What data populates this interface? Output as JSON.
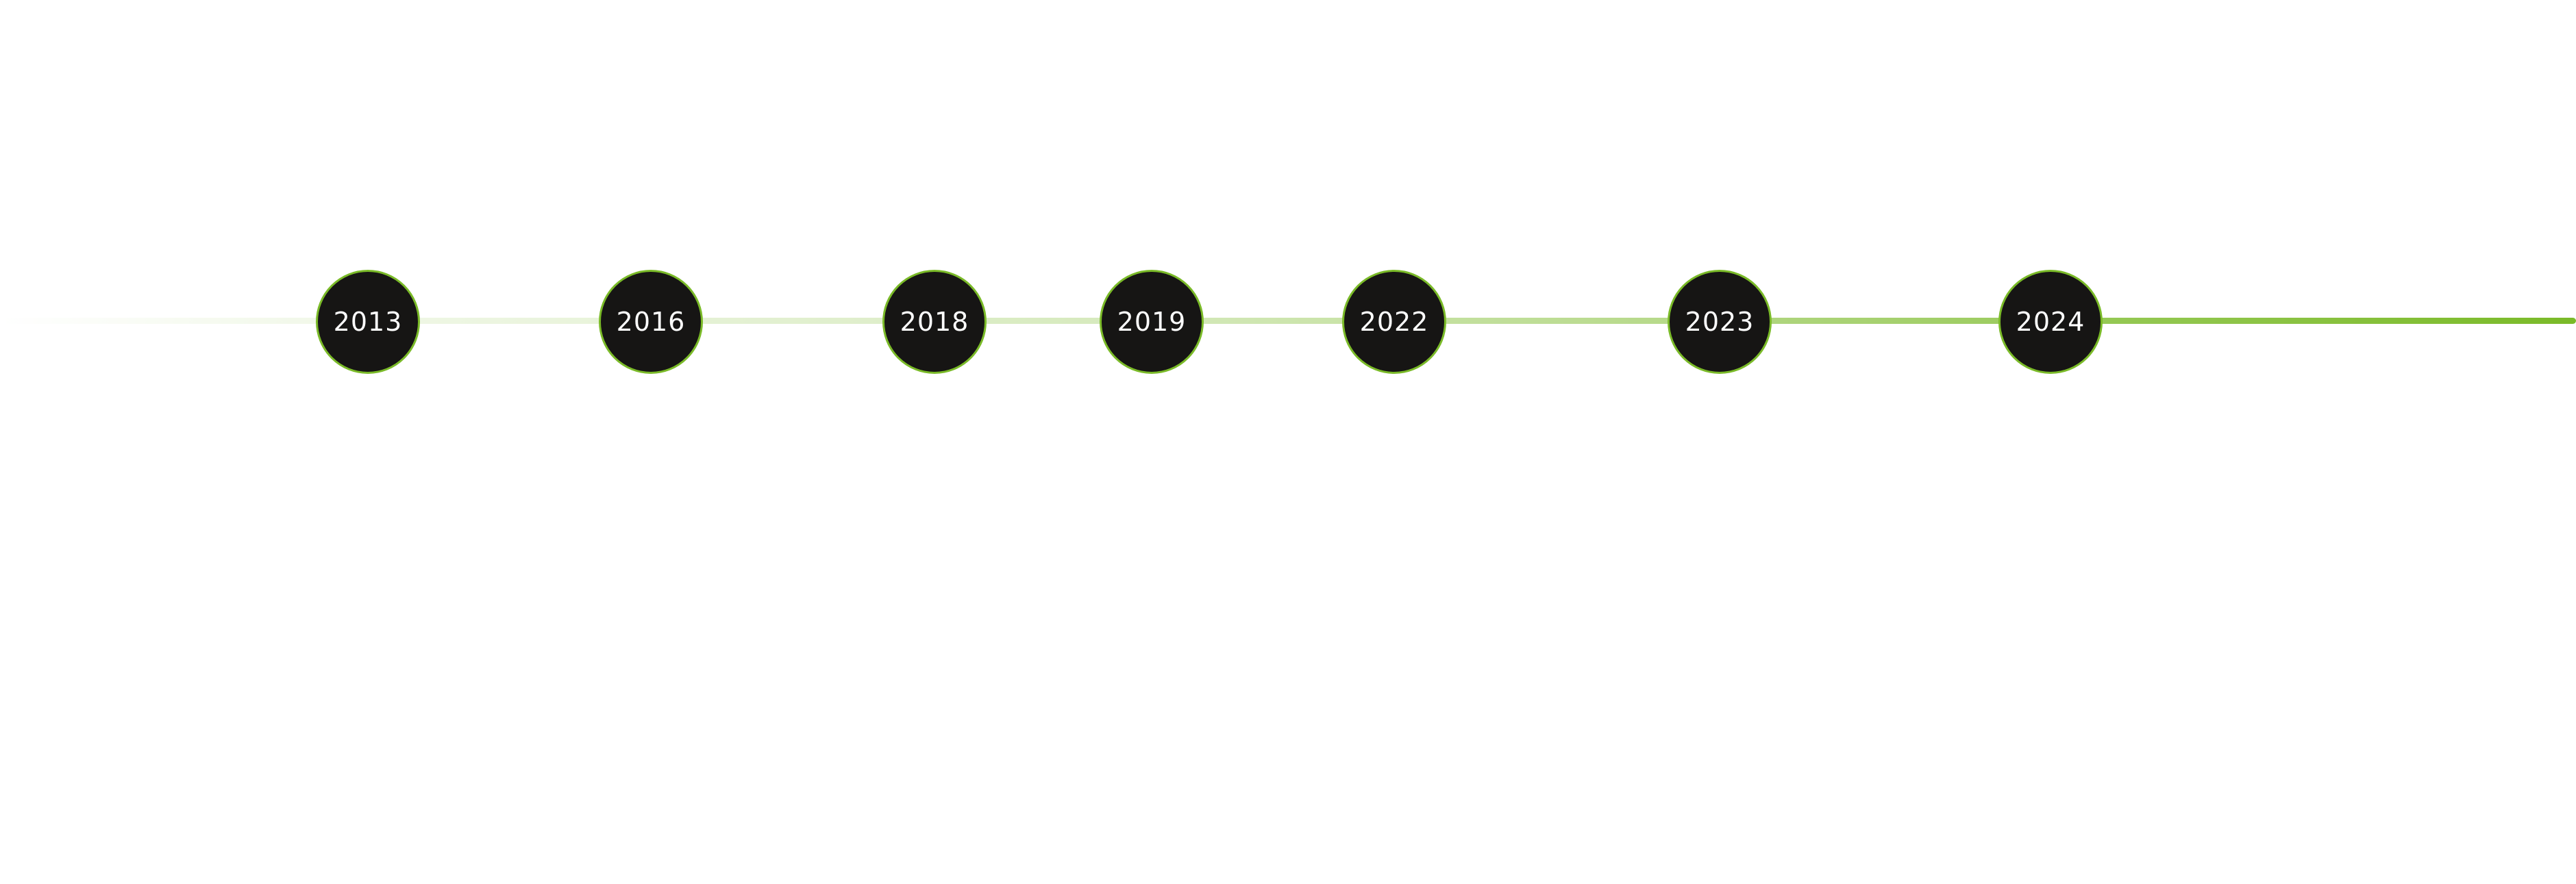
{
  "timeline": {
    "accent_color": "#7aba28",
    "node_color": "#161514",
    "label_color": "#ffffff",
    "years": [
      {
        "label": "2013"
      },
      {
        "label": "2016"
      },
      {
        "label": "2018"
      },
      {
        "label": "2019"
      },
      {
        "label": "2022"
      },
      {
        "label": "2023"
      },
      {
        "label": "2024"
      }
    ]
  }
}
